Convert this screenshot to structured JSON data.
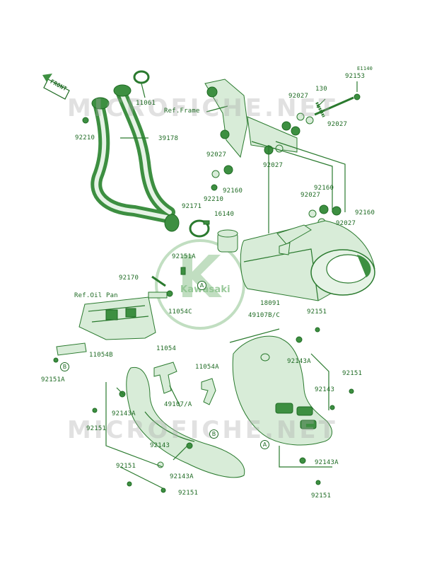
{
  "diagram_code": "E1140",
  "front_label": "FRONT",
  "watermark": "MICROFICHE.NET",
  "logo_text": "Kawasaki",
  "labels": {
    "l11061": "11061",
    "l92210a": "92210",
    "l39178": "39178",
    "lRefFrame": "Ref.Frame",
    "l130": "130",
    "l92153": "92153",
    "l92027a": "92027",
    "l92027b": "92027",
    "l92027c": "92027",
    "l92027d": "92027",
    "l92027e": "92027",
    "l92027f": "92027",
    "l92210b": "92210",
    "l92160a": "92160",
    "l92160b": "92160",
    "l92160c": "92160",
    "l92171": "92171",
    "l16140": "16140",
    "l92151A_a": "92151A",
    "l92170": "92170",
    "lRefOilPan": "Ref.Oil Pan",
    "l11054C": "11054C",
    "l18091": "18091",
    "l49107BC": "49107B/C",
    "l92151a": "92151",
    "l11054B": "11054B",
    "l92151A_b": "92151A",
    "l11054": "11054",
    "l11054A": "11054A",
    "l92143Aa": "92143A",
    "l92151b": "92151",
    "l92143a": "92143",
    "l92143Ab": "92143A",
    "l49107A": "49107/A",
    "l92151c": "92151",
    "l92143b": "92143",
    "l92143Ac": "92143A",
    "l92151d": "92151",
    "l92143Ad": "92143A",
    "l92151e": "92151",
    "l92151f": "92151"
  },
  "callouts": {
    "A": "A",
    "B": "B"
  }
}
